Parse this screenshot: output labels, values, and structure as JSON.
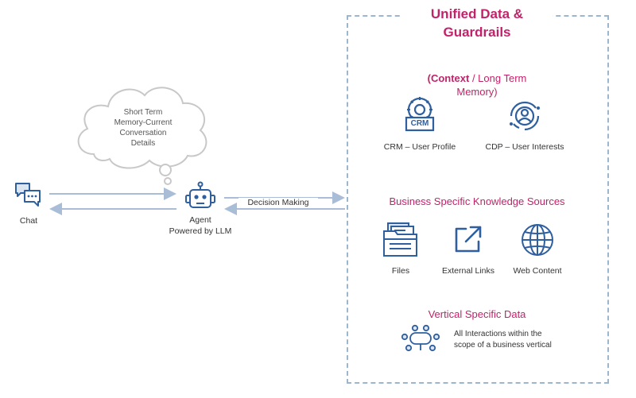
{
  "panel": {
    "title_line1": "Unified Data &",
    "title_line2": "Guardrails",
    "context_bold": "(Context",
    "context_rest": " / Long Term",
    "context_line2": "Memory)",
    "crm_badge": "CRM",
    "crm_label": "CRM – User Profile",
    "cdp_label": "CDP – User Interests",
    "knowledge_heading": "Business Specific Knowledge Sources",
    "files_label": "Files",
    "links_label": "External Links",
    "web_label": "Web Content",
    "vertical_heading": "Vertical Specific Data",
    "vertical_line1": "All Interactions within the",
    "vertical_line2": "scope of a business vertical"
  },
  "left": {
    "chat_label": "Chat",
    "agent_line1": "Agent",
    "agent_line2": "Powered by LLM",
    "decision_label": "Decision Making",
    "cloud_line1": "Short Term",
    "cloud_line2": "Memory-Current",
    "cloud_line3": "Conversation",
    "cloud_line4": "Details"
  },
  "colors": {
    "accent": "#c2226a",
    "icon_blue": "#2f5f9e",
    "arrow": "#a9bed6",
    "dashed_border": "#9db6cf"
  },
  "icons": [
    "chat-icon",
    "robot-icon",
    "cloud-icon",
    "crm-gear-icon",
    "user-target-icon",
    "folder-icon",
    "external-link-icon",
    "globe-icon",
    "meeting-table-icon"
  ]
}
